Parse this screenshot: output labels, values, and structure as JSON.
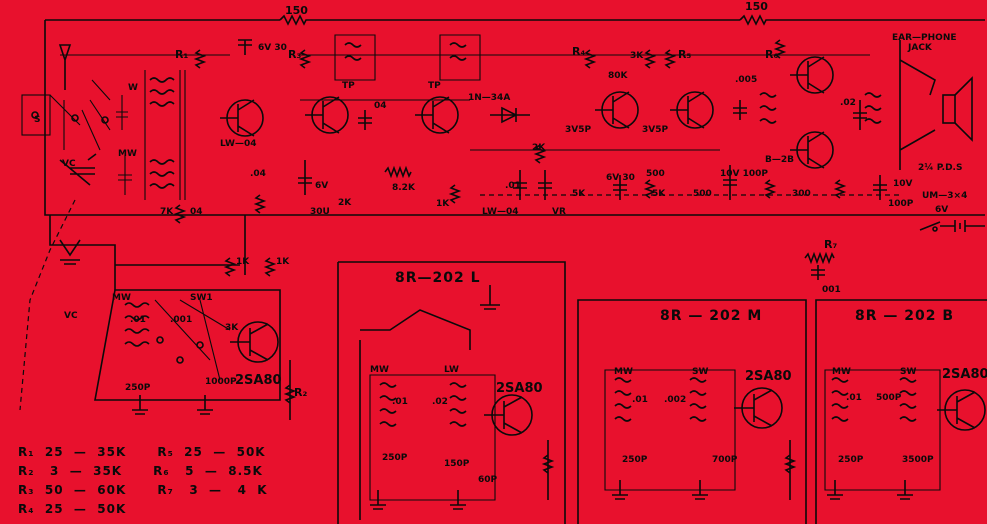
{
  "main": {
    "values": {
      "r150a": "150",
      "r150b": "150",
      "c6v30": "6V 30",
      "lw04": "LW—04",
      "c04": ".04",
      "c6v": "6V",
      "c30u": "30U",
      "r2k": "2K",
      "r8_2k": "8.2K",
      "r1k": "1K",
      "r7k": "7K",
      "c01": ".01",
      "lw04b": "LW—04",
      "vr": "VR",
      "r5k": "5K",
      "r2kb": "2K",
      "c6v30b": "6V 30",
      "r500": "500",
      "r500b": "500",
      "r5kb": "5K",
      "c10v100p": "10V 100P",
      "r300": "300",
      "c02": ".02",
      "c10v": "10V",
      "c100p": "100P",
      "c005": ".005",
      "r80k": "80K",
      "r3k": "3K",
      "c3v5p": "3V5P",
      "c3v5pb": "3V5P",
      "d1n34a": "1N—34A",
      "tp1": "TP",
      "tp2": "TP",
      "r1kb": "1K",
      "r1kc": "1K",
      "c04b": "04",
      "c04c": "04",
      "r7": "R₇",
      "c001": "001",
      "mw": "MW",
      "w": "W",
      "vc": "VC",
      "s": "S"
    },
    "labels": {
      "r1": "R₁",
      "r3": "R₃",
      "r4": "R₄",
      "r5": "R₅",
      "r6": "R₆",
      "r2": "R₂",
      "b2b": "B—2B"
    },
    "earphone_jack": [
      "EAR—PHONE",
      "JACK"
    ],
    "speaker": "2¼ P.D.S",
    "battery_model": "UM—3×4",
    "battery_v": "6V",
    "lower_left": {
      "mw": "MW",
      "sw": "SW1",
      "vc": "VC",
      "c01": ".01",
      "c001": ".001",
      "c250p": "250P",
      "c1000p": "1000P",
      "r3k": "3K",
      "transistor": "2SA80"
    }
  },
  "boards": [
    {
      "title": "8R—202 L",
      "transistor": "2SA80",
      "mw": "MW",
      "band": "LW",
      "c01": ".01",
      "c02": ".02",
      "c250p": "250P",
      "c150p": "150P",
      "c60p": "60P"
    },
    {
      "title": "8R — 202 M",
      "transistor": "2SA80",
      "mw": "MW",
      "band": "SW",
      "c01": ".01",
      "c002": ".002",
      "c250p": "250P",
      "c700p": "700P"
    },
    {
      "title": "8R — 202 B",
      "transistor": "2SA80",
      "mw": "MW",
      "band": "SW",
      "c01": ".01",
      "c500p": "500P",
      "c250p": "250P",
      "c3500p": "3500P"
    }
  ],
  "resistor_table": [
    "R₁  25  —  35K      R₅  25  —  50K",
    "R₂   3  —  35K      R₆   5  —  8.5K",
    "R₃  50  —  60K      R₇   3  —   4  K",
    "R₄  25  —  50K"
  ],
  "colors": {
    "background": "#e8112d",
    "ink": "#0a0a0a"
  }
}
